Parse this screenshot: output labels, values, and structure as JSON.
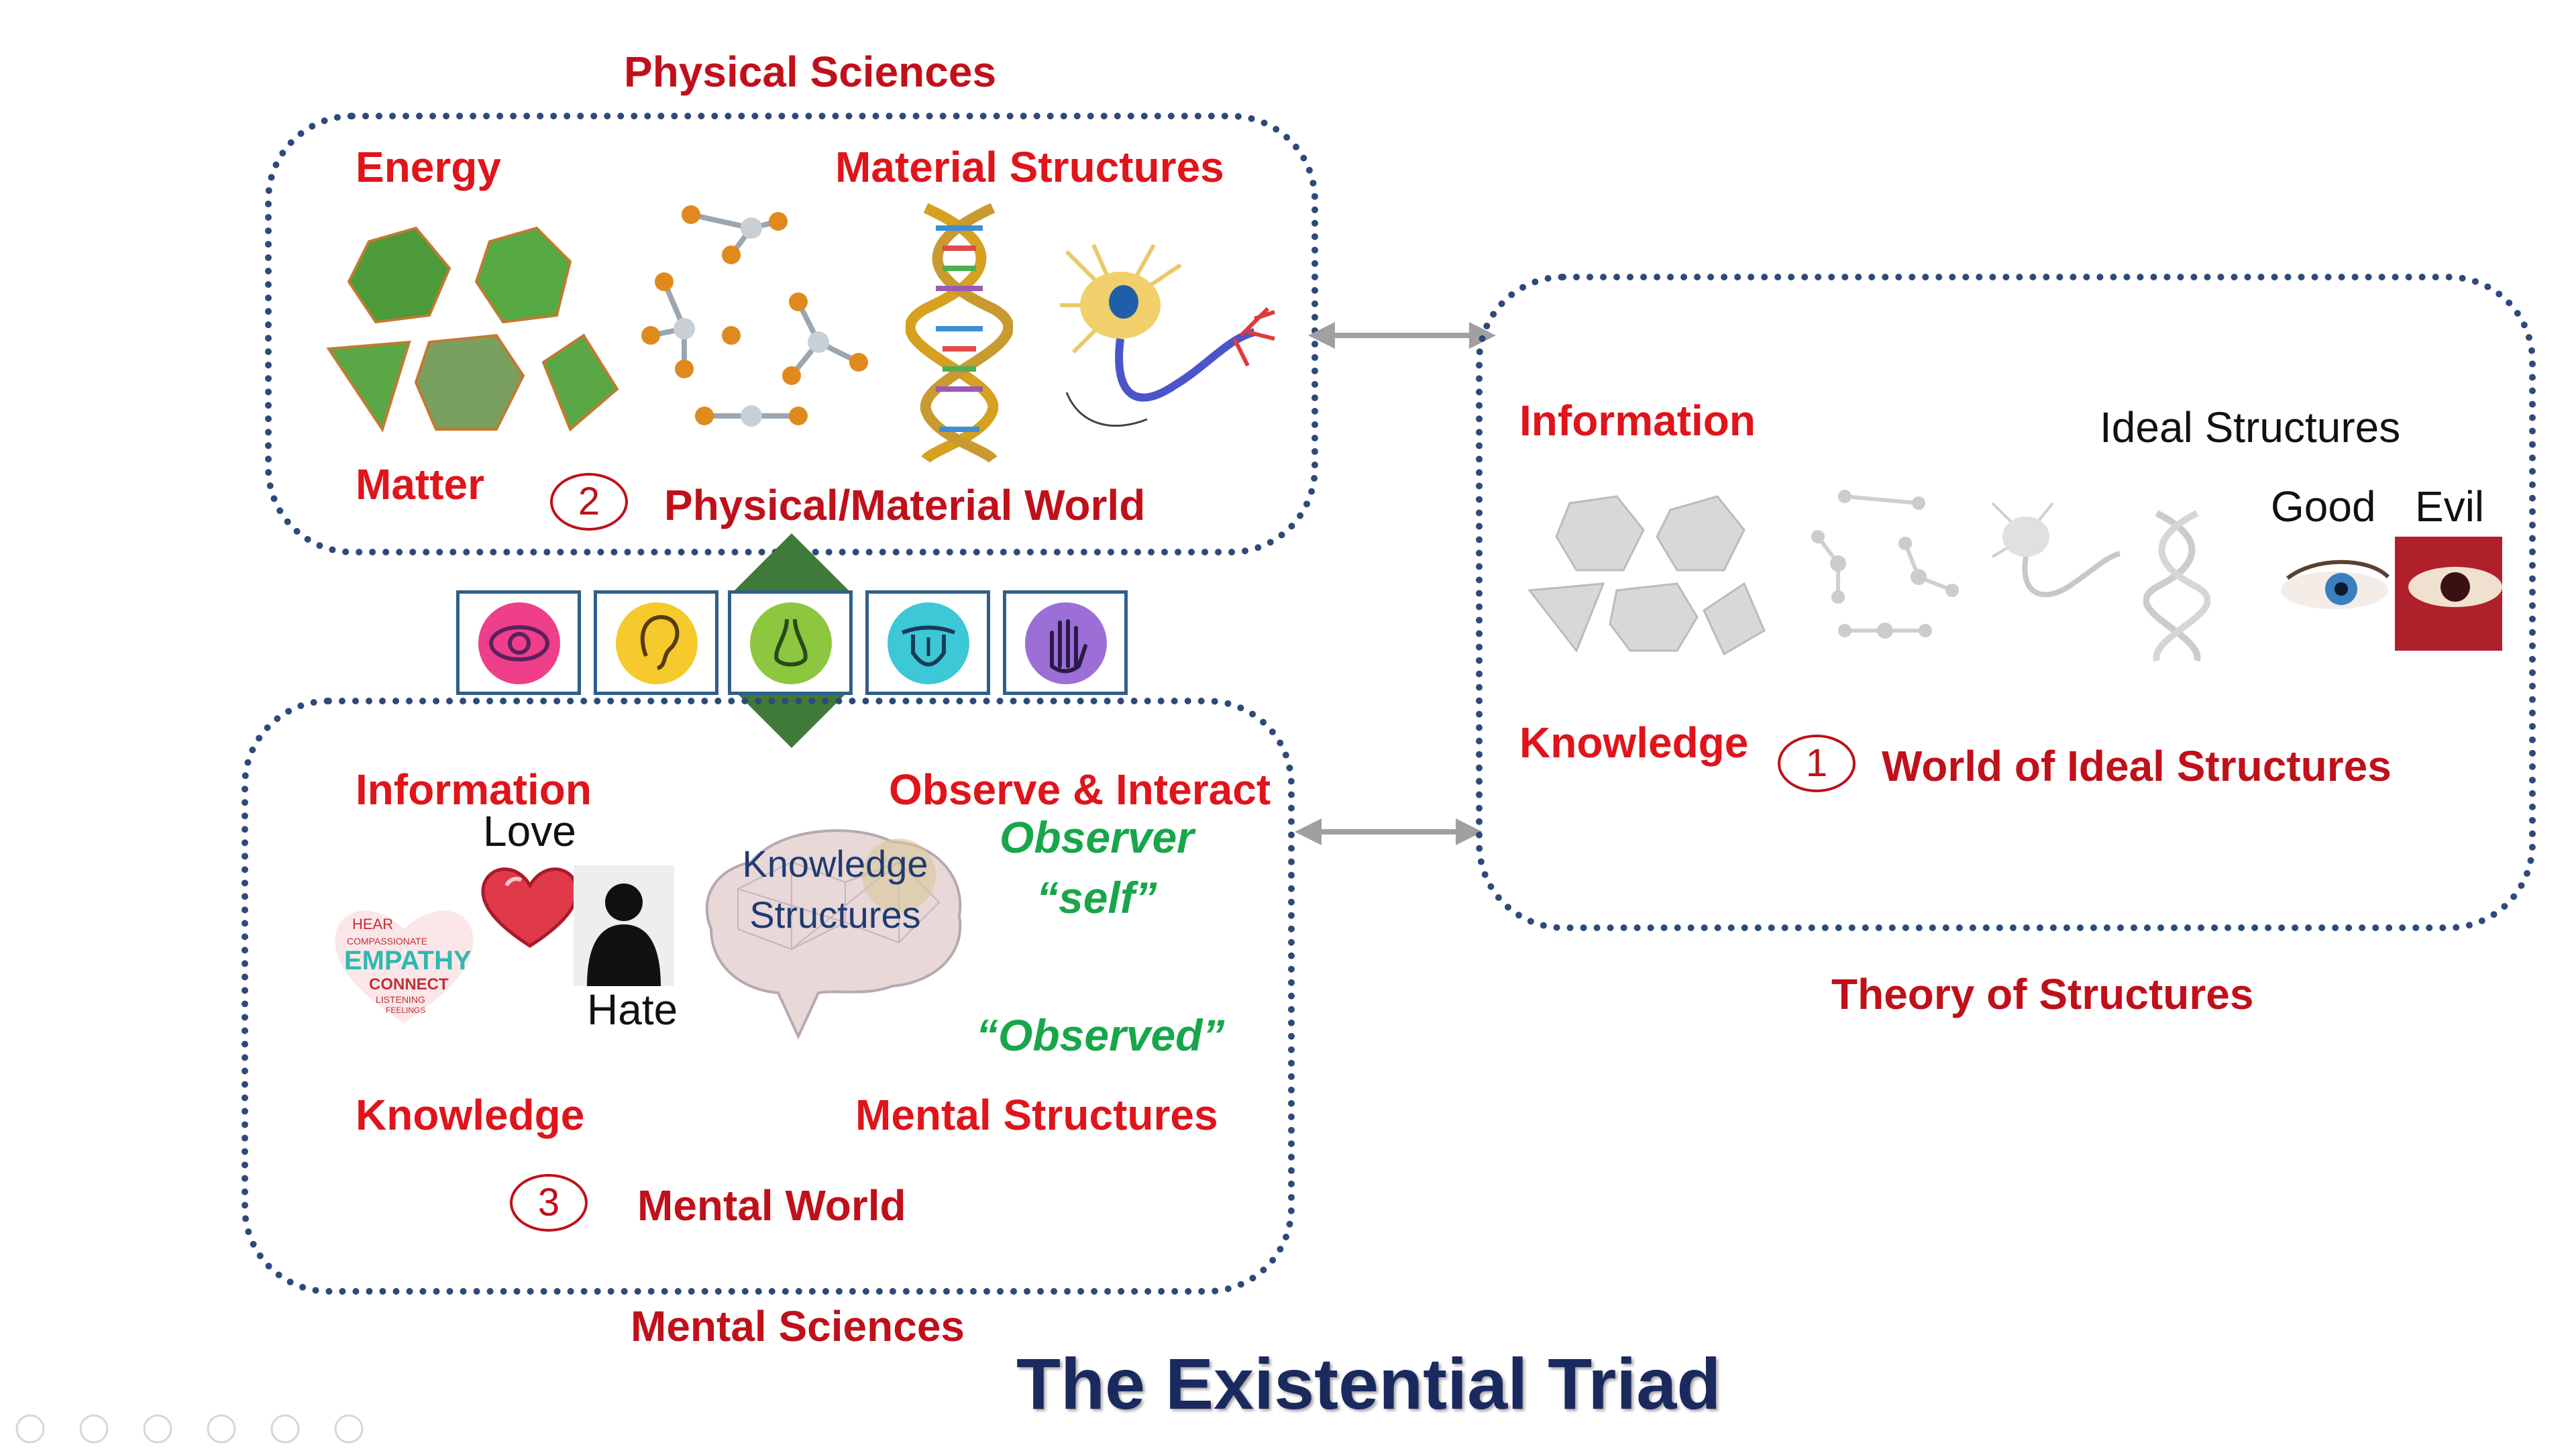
{
  "physical": {
    "heading": "Physical Sciences",
    "energy": "Energy",
    "material_structures": "Material Structures",
    "matter": "Matter",
    "number": "2",
    "world": "Physical/Material World"
  },
  "mental": {
    "heading": "Mental Sciences",
    "information": "Information",
    "observe_interact": "Observe & Interact",
    "love": "Love",
    "hate": "Hate",
    "knowledge_structures_1": "Knowledge",
    "knowledge_structures_2": "Structures",
    "observer": "Observer",
    "self": "“self”",
    "observed": "“Observed”",
    "knowledge": "Knowledge",
    "mental_structures": "Mental Structures",
    "number": "3",
    "world": "Mental World",
    "empathy_words": [
      "HEAR",
      "COMPASSIONATE",
      "EMPATHY",
      "CONNECT",
      "LISTENING",
      "FEELINGS"
    ]
  },
  "ideal": {
    "information": "Information",
    "ideal_structures": "Ideal Structures",
    "good": "Good",
    "evil": "Evil",
    "knowledge": "Knowledge",
    "number": "1",
    "world": "World of Ideal Structures",
    "caption": "Theory of Structures"
  },
  "senses": [
    {
      "name": "eye",
      "color": "#ef3e8a"
    },
    {
      "name": "ear",
      "color": "#f6c92c"
    },
    {
      "name": "nose",
      "color": "#8dc63f"
    },
    {
      "name": "tongue",
      "color": "#3cc8d6"
    },
    {
      "name": "hand",
      "color": "#9b6fd6"
    }
  ],
  "title": "The Existential Triad",
  "colors": {
    "border": "#2d4a7a",
    "label_red": "#e0141b",
    "observer_green": "#18a64a",
    "title_navy": "#1a2a5e",
    "arrow_grey": "#a0a0a0"
  }
}
